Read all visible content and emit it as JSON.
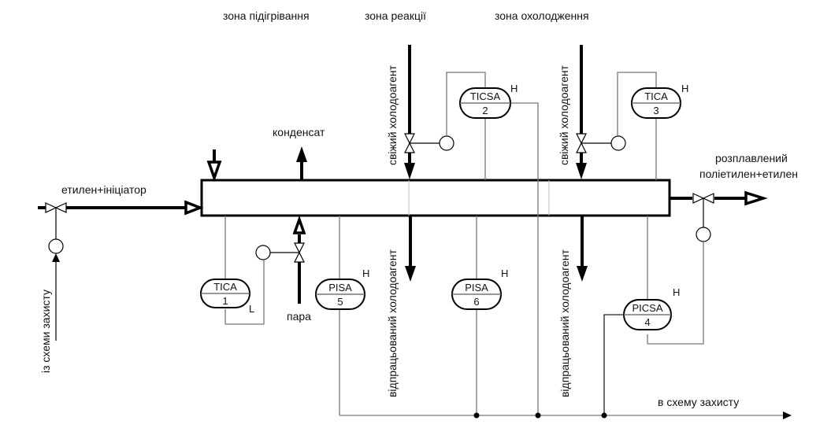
{
  "zones": {
    "preheat": "зона підігрівання",
    "reaction": "зона реакції",
    "cooling": "зона охолодження"
  },
  "streams": {
    "inlet": "етилен+ініціатор",
    "condensate": "конденсат",
    "steam": "пара",
    "fresh_coolant_1": "свіжий холодоагент",
    "fresh_coolant_2": "свіжий холодоагент",
    "spent_coolant_1": "відпрацьований холодоагент",
    "spent_coolant_2": "відпрацьований холодоагент",
    "outlet_line1": "розплавлений",
    "outlet_line2": "поліетилен+етилен",
    "from_protection": "із схеми захисту",
    "to_protection": "в схему захисту"
  },
  "instruments": [
    {
      "id": "tica-1",
      "function": "TICA",
      "number": "1",
      "limit": "L"
    },
    {
      "id": "ticsa-2",
      "function": "TICSA",
      "number": "2",
      "limit": "H"
    },
    {
      "id": "tica-3",
      "function": "TICA",
      "number": "3",
      "limit": "H"
    },
    {
      "id": "picsa-4",
      "function": "PICSA",
      "number": "4",
      "limit": "H"
    },
    {
      "id": "pisa-5",
      "function": "PISA",
      "number": "5",
      "limit": "H"
    },
    {
      "id": "pisa-6",
      "function": "PISA",
      "number": "6",
      "limit": "H"
    }
  ]
}
